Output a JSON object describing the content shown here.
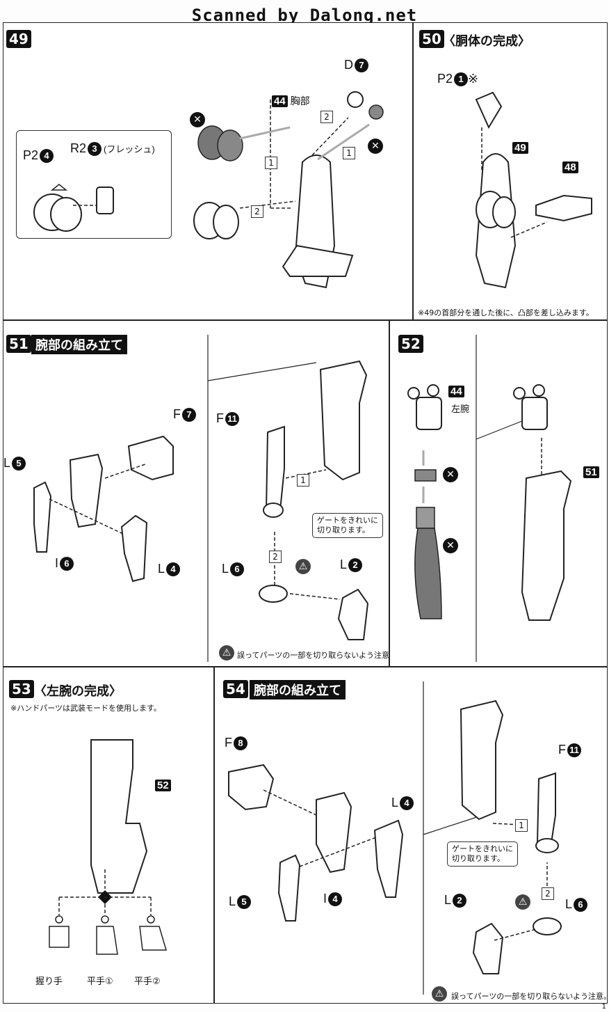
{
  "header": "Scanned by Dalong.net",
  "steps": {
    "s49": {
      "number": "49"
    },
    "s50": {
      "number": "50",
      "title": "〈胴体の完成〉",
      "note": "※49の首部分を通した後に、凸部を差し込みます。"
    },
    "s51": {
      "number": "51",
      "title": "腕部の組み立て",
      "callout": "ゲートをきれいに\n切り取ります。",
      "caution": "誤ってパーツの一部を切り取らないよう注意。"
    },
    "s52": {
      "number": "52",
      "sub": "左腕"
    },
    "s53": {
      "number": "53",
      "title": "〈左腕の完成〉",
      "note": "※ハンドパーツは武装モードを使用します。",
      "hands": [
        "握り手",
        "平手①",
        "平手②"
      ]
    },
    "s54": {
      "number": "54",
      "title": "腕部の組み立て",
      "callout": "ゲートをきれいに\n切り取ります。",
      "caution": "誤ってパーツの一部を切り取らないよう注意。"
    }
  },
  "labels": {
    "p2_4": "P2",
    "p2_4n": "4",
    "r2_3": "R2",
    "r2_3n": "3",
    "flesh": "(フレッシュ)",
    "d7": "D",
    "d7n": "7",
    "chest_sq": "44",
    "chest": "胸部",
    "p2_1": "P2",
    "p2_1n": "1",
    "p2_1mark": "※",
    "ref49": "49",
    "ref48": "48",
    "f7": "F",
    "f7n": "7",
    "l5": "L",
    "l5n": "5",
    "i6": "I",
    "i6n": "6",
    "l4": "L",
    "l4n": "4",
    "f11": "F",
    "f11n": "11",
    "l6": "L",
    "l6n": "6",
    "l2": "L",
    "l2n": "2",
    "ref44": "44",
    "ref51": "51",
    "ref52": "52",
    "f8": "F",
    "f8n": "8",
    "l4b": "L",
    "l4bn": "4",
    "l5b": "L",
    "l5bn": "5",
    "i4": "I",
    "i4n": "4",
    "f11b": "F",
    "f11bn": "11",
    "l2b": "L",
    "l2bn": "2",
    "l6b": "L",
    "l6bn": "6"
  },
  "step_marks": [
    "1",
    "2"
  ],
  "page_number": "1"
}
